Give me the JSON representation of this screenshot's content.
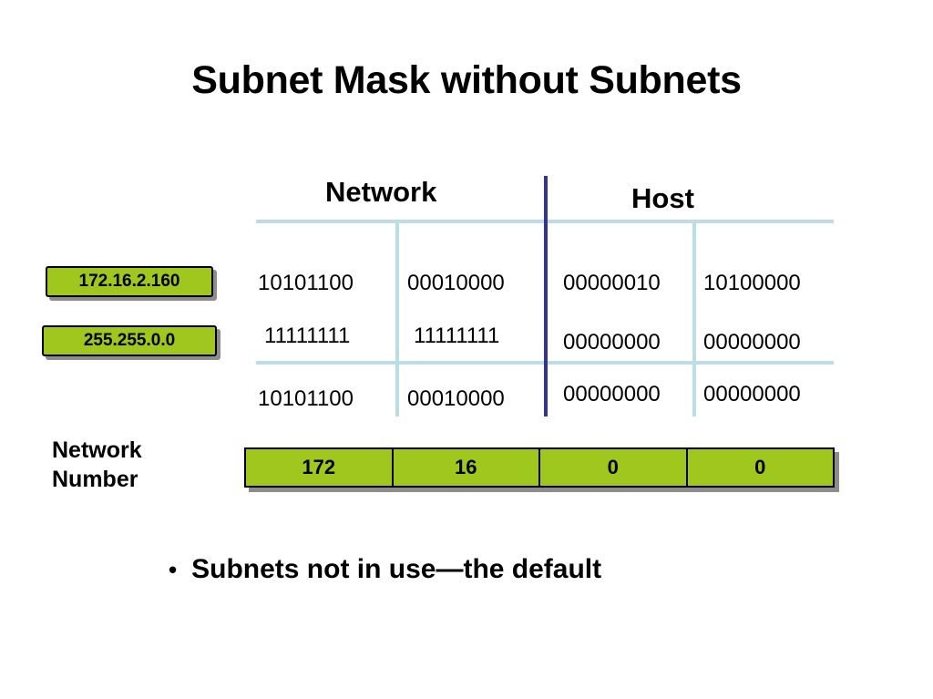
{
  "slide": {
    "title": "Subnet Mask without Subnets",
    "bullet": {
      "marker": "•",
      "text": "Subnets not in use—the default"
    }
  },
  "headers": {
    "network": "Network",
    "host": "Host"
  },
  "tags": {
    "address": "172.16.2.160",
    "mask": "255.255.0.0"
  },
  "network_number_label_line1": "Network",
  "network_number_label_line2": "Number",
  "binary_rows": [
    {
      "name": "address",
      "octets": [
        "10101100",
        "00010000",
        "00000010",
        "10100000"
      ]
    },
    {
      "name": "mask",
      "octets": [
        "11111111",
        "11111111",
        "00000000",
        "00000000"
      ]
    },
    {
      "name": "result",
      "octets": [
        "10101100",
        "00010000",
        "00000000",
        "00000000"
      ]
    }
  ],
  "decimal_octets": [
    "172",
    "16",
    "0",
    "0"
  ],
  "colors": {
    "green_tag": "#9fc71e",
    "rule_light_blue": "#bcdde4",
    "divider_dark_blue": "#333399",
    "text": "#000000",
    "background": "#ffffff"
  }
}
